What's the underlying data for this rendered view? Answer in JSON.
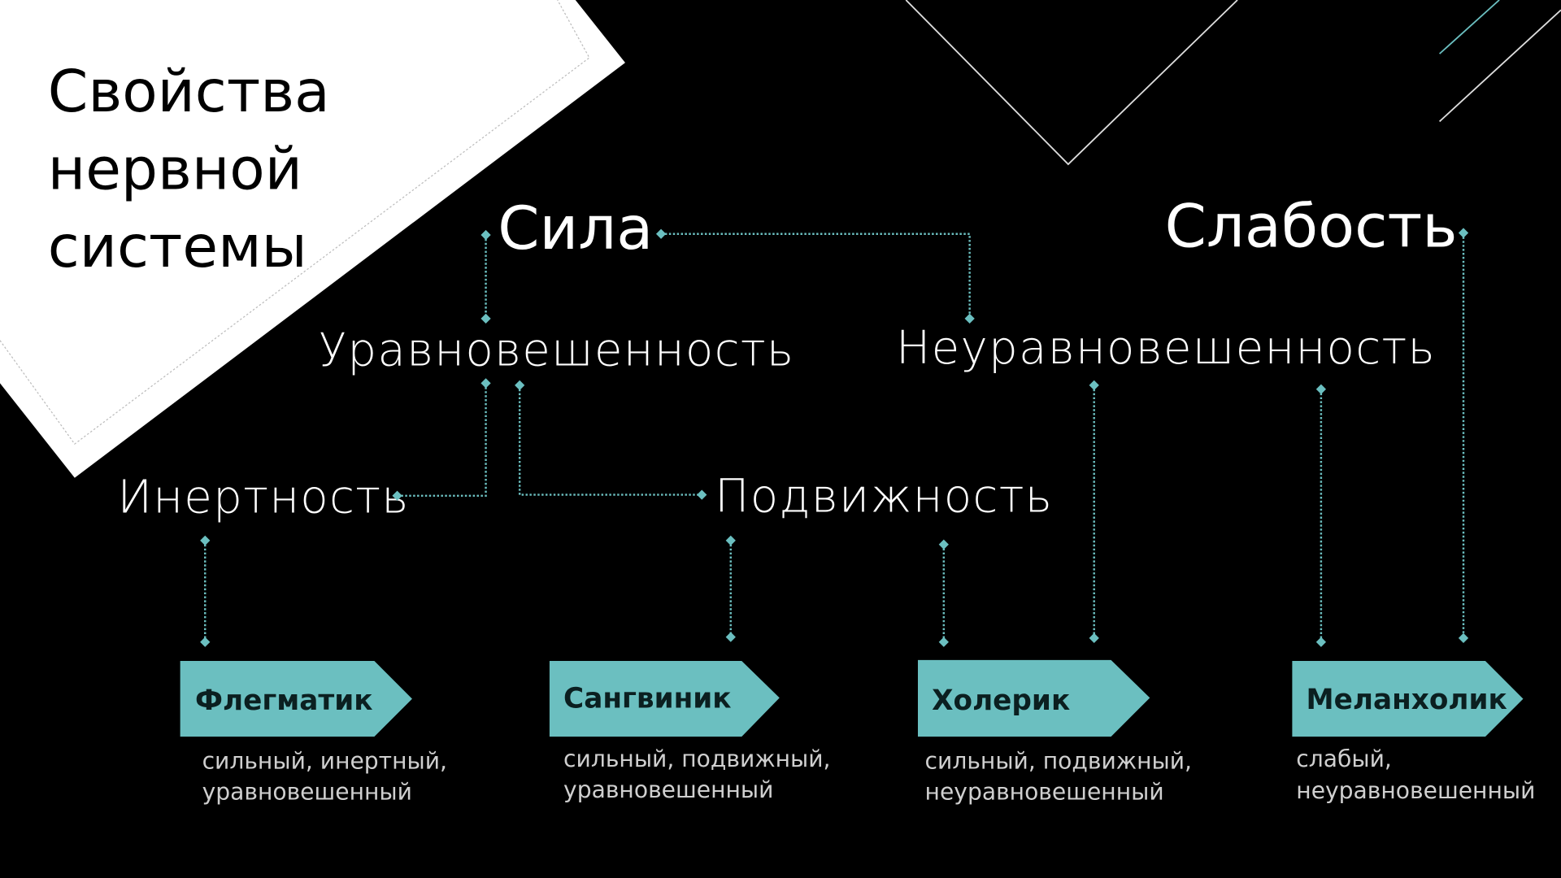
{
  "title": [
    "Свойства",
    "нервной",
    "системы"
  ],
  "strength": "Сила",
  "weakness": "Слабость",
  "balance": "Уравновешенность",
  "imbalance": "Неуравновешенность",
  "inertness": "Инертность",
  "mobility": "Подвижность",
  "colors": {
    "accent": "#6bbfc0",
    "text": "#ffffff",
    "desc": "#cfcfcf",
    "box_text": "#0b1f20"
  },
  "temperaments": [
    {
      "name": "Флегматик",
      "desc": [
        "сильный, инертный,",
        "уравновешенный"
      ]
    },
    {
      "name": "Сангвиник",
      "desc": [
        "сильный, подвижный,",
        "уравновешенный"
      ]
    },
    {
      "name": "Холерик",
      "desc": [
        "сильный, подвижный,",
        "неуравновешенный"
      ]
    },
    {
      "name": "Меланхолик",
      "desc": [
        "слабый,",
        "неуравновешенный"
      ]
    }
  ]
}
